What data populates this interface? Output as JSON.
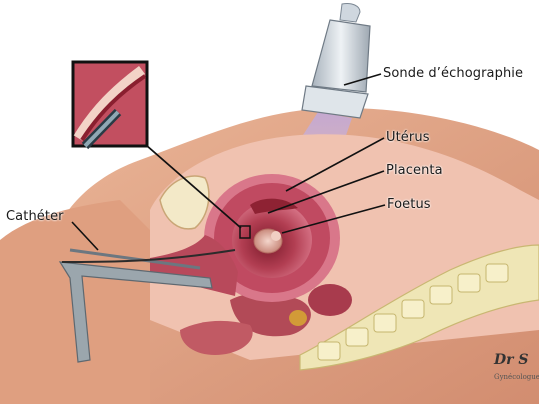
{
  "labels": {
    "probe": "Sonde d’échographie",
    "uterus": "Utérus",
    "placenta": "Placenta",
    "fetus": "Foetus",
    "catheter": "Cathéter"
  },
  "signature": {
    "name": "Dr S",
    "subtitle": "Gynécologue"
  },
  "colors": {
    "skin": "#e2a88a",
    "muscle": "#b5475a",
    "uterus_wall": "#c9566a",
    "placenta": "#8e2233",
    "bone": "#efe6b6",
    "probe": "#cfd7df",
    "beam": "#c7b4de"
  }
}
